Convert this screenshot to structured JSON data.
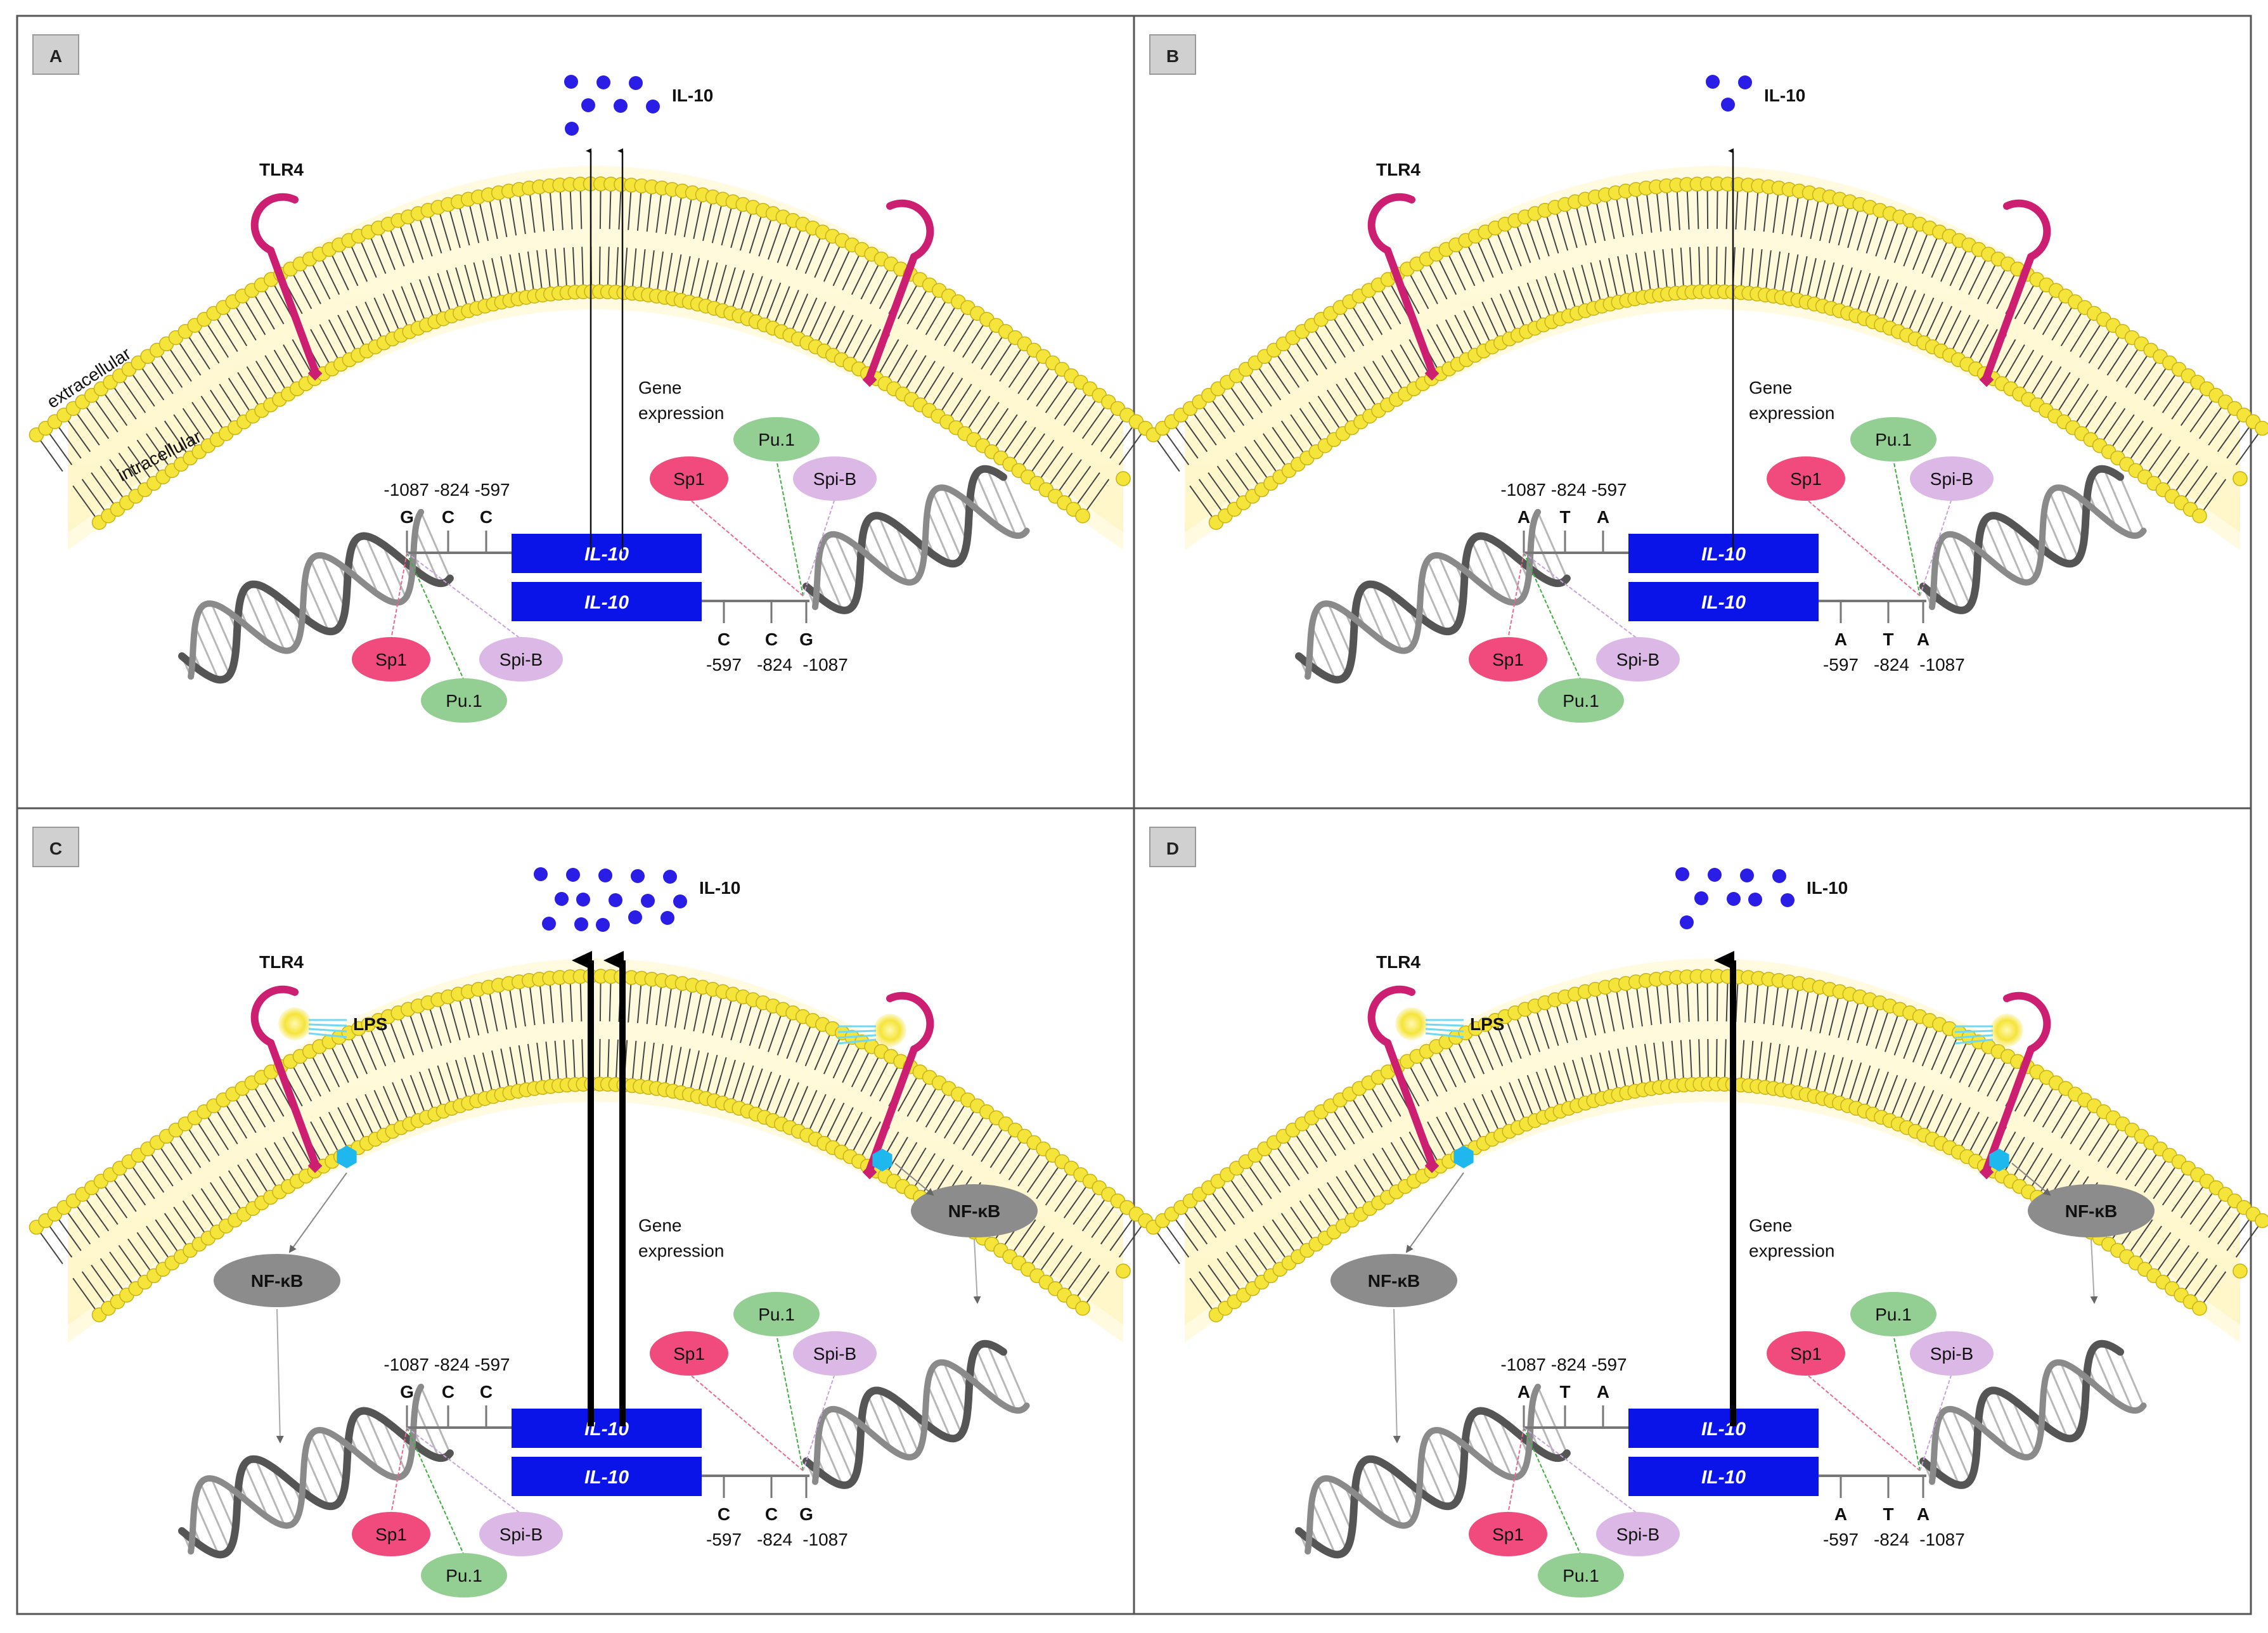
{
  "labels": {
    "il10_box": "IL-10",
    "il10_secreted": "IL-10",
    "tlr4": "TLR4",
    "lps": "LPS",
    "nfkb": "NF-κB",
    "gene_expression_line1": "Gene",
    "gene_expression_line2": "expression",
    "extracellular": "extracellular",
    "intracellular": "intracellular",
    "sp1": "Sp1",
    "pu1": "Pu.1",
    "spib": "Spi-B",
    "positions_top": "-1087 -824 -597",
    "pos_597": "-597",
    "pos_824": "-824",
    "pos_1087": "-1087"
  },
  "panels": [
    {
      "id": "A",
      "letter": "A",
      "lps_stimulated": false,
      "arrow_count": 2,
      "arrow_style": "thin",
      "top_alleles": [
        "G",
        "C",
        "C"
      ],
      "bottom_alleles": [
        "C",
        "C",
        "G"
      ],
      "dot_count": 7
    },
    {
      "id": "B",
      "letter": "B",
      "lps_stimulated": false,
      "arrow_count": 1,
      "arrow_style": "thin",
      "top_alleles": [
        "A",
        "T",
        "A"
      ],
      "bottom_alleles": [
        "A",
        "T",
        "A"
      ],
      "dot_count": 3
    },
    {
      "id": "C",
      "letter": "C",
      "lps_stimulated": true,
      "arrow_count": 2,
      "arrow_style": "thick",
      "top_alleles": [
        "G",
        "C",
        "C"
      ],
      "bottom_alleles": [
        "C",
        "C",
        "G"
      ],
      "dot_count": 15
    },
    {
      "id": "D",
      "letter": "D",
      "lps_stimulated": true,
      "arrow_count": 1,
      "arrow_style": "thick",
      "top_alleles": [
        "A",
        "T",
        "A"
      ],
      "bottom_alleles": [
        "A",
        "T",
        "A"
      ],
      "dot_count": 9
    }
  ],
  "colors": {
    "il10_box": "#0a14e8",
    "dots": "#2a1ee6",
    "tlr4": "#cc1f72",
    "membrane_head": "#f5e43a",
    "sp1": "#f04b7c",
    "pu1": "#93cf93",
    "spib": "#dbb8e6",
    "nfkb": "#8c8c8c",
    "allele_G": "#111111",
    "allele_C": "#1aa9e6",
    "allele_A": "#1fbf1f",
    "allele_T": "#e02020",
    "signal_hex": "#1fb8ee",
    "badge": "#d0d0d0"
  }
}
